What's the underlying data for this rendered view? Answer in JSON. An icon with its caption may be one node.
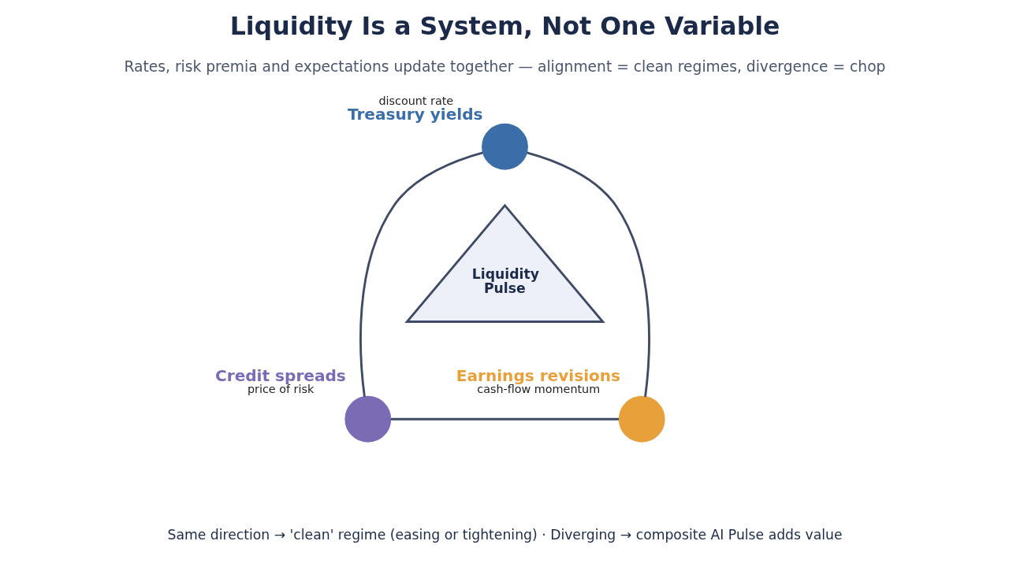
{
  "diagram": {
    "title": "Liquidity Is a System, Not One Variable",
    "nodes": [
      {
        "text": [
          "Treasury yields"
        ],
        "beside": [
          "discount rate"
        ]
      },
      {
        "text": [
          "Liquidity Pulse"
        ]
      },
      {
        "text": [
          "Credit spreads"
        ],
        "beside": [
          "price of risk"
        ]
      },
      {
        "text": [
          "Earnings revisions"
        ],
        "beside": [
          "cash-flow momentum"
        ]
      }
    ],
    "edges": [
      {
        "from": 0,
        "to": 2,
        "arrow": "none"
      },
      {
        "from": 2,
        "to": 3,
        "arrow": "none"
      },
      {
        "from": 0,
        "to": 3,
        "arrow": "none"
      }
    ],
    "labels": [
      "Rates, risk premia and expectations update together — alignment = clean regimes, divergence = chop",
      "Same direction → 'clean' regime (easing or tightening) · Diverging → composite AI Pulse adds value"
    ]
  }
}
